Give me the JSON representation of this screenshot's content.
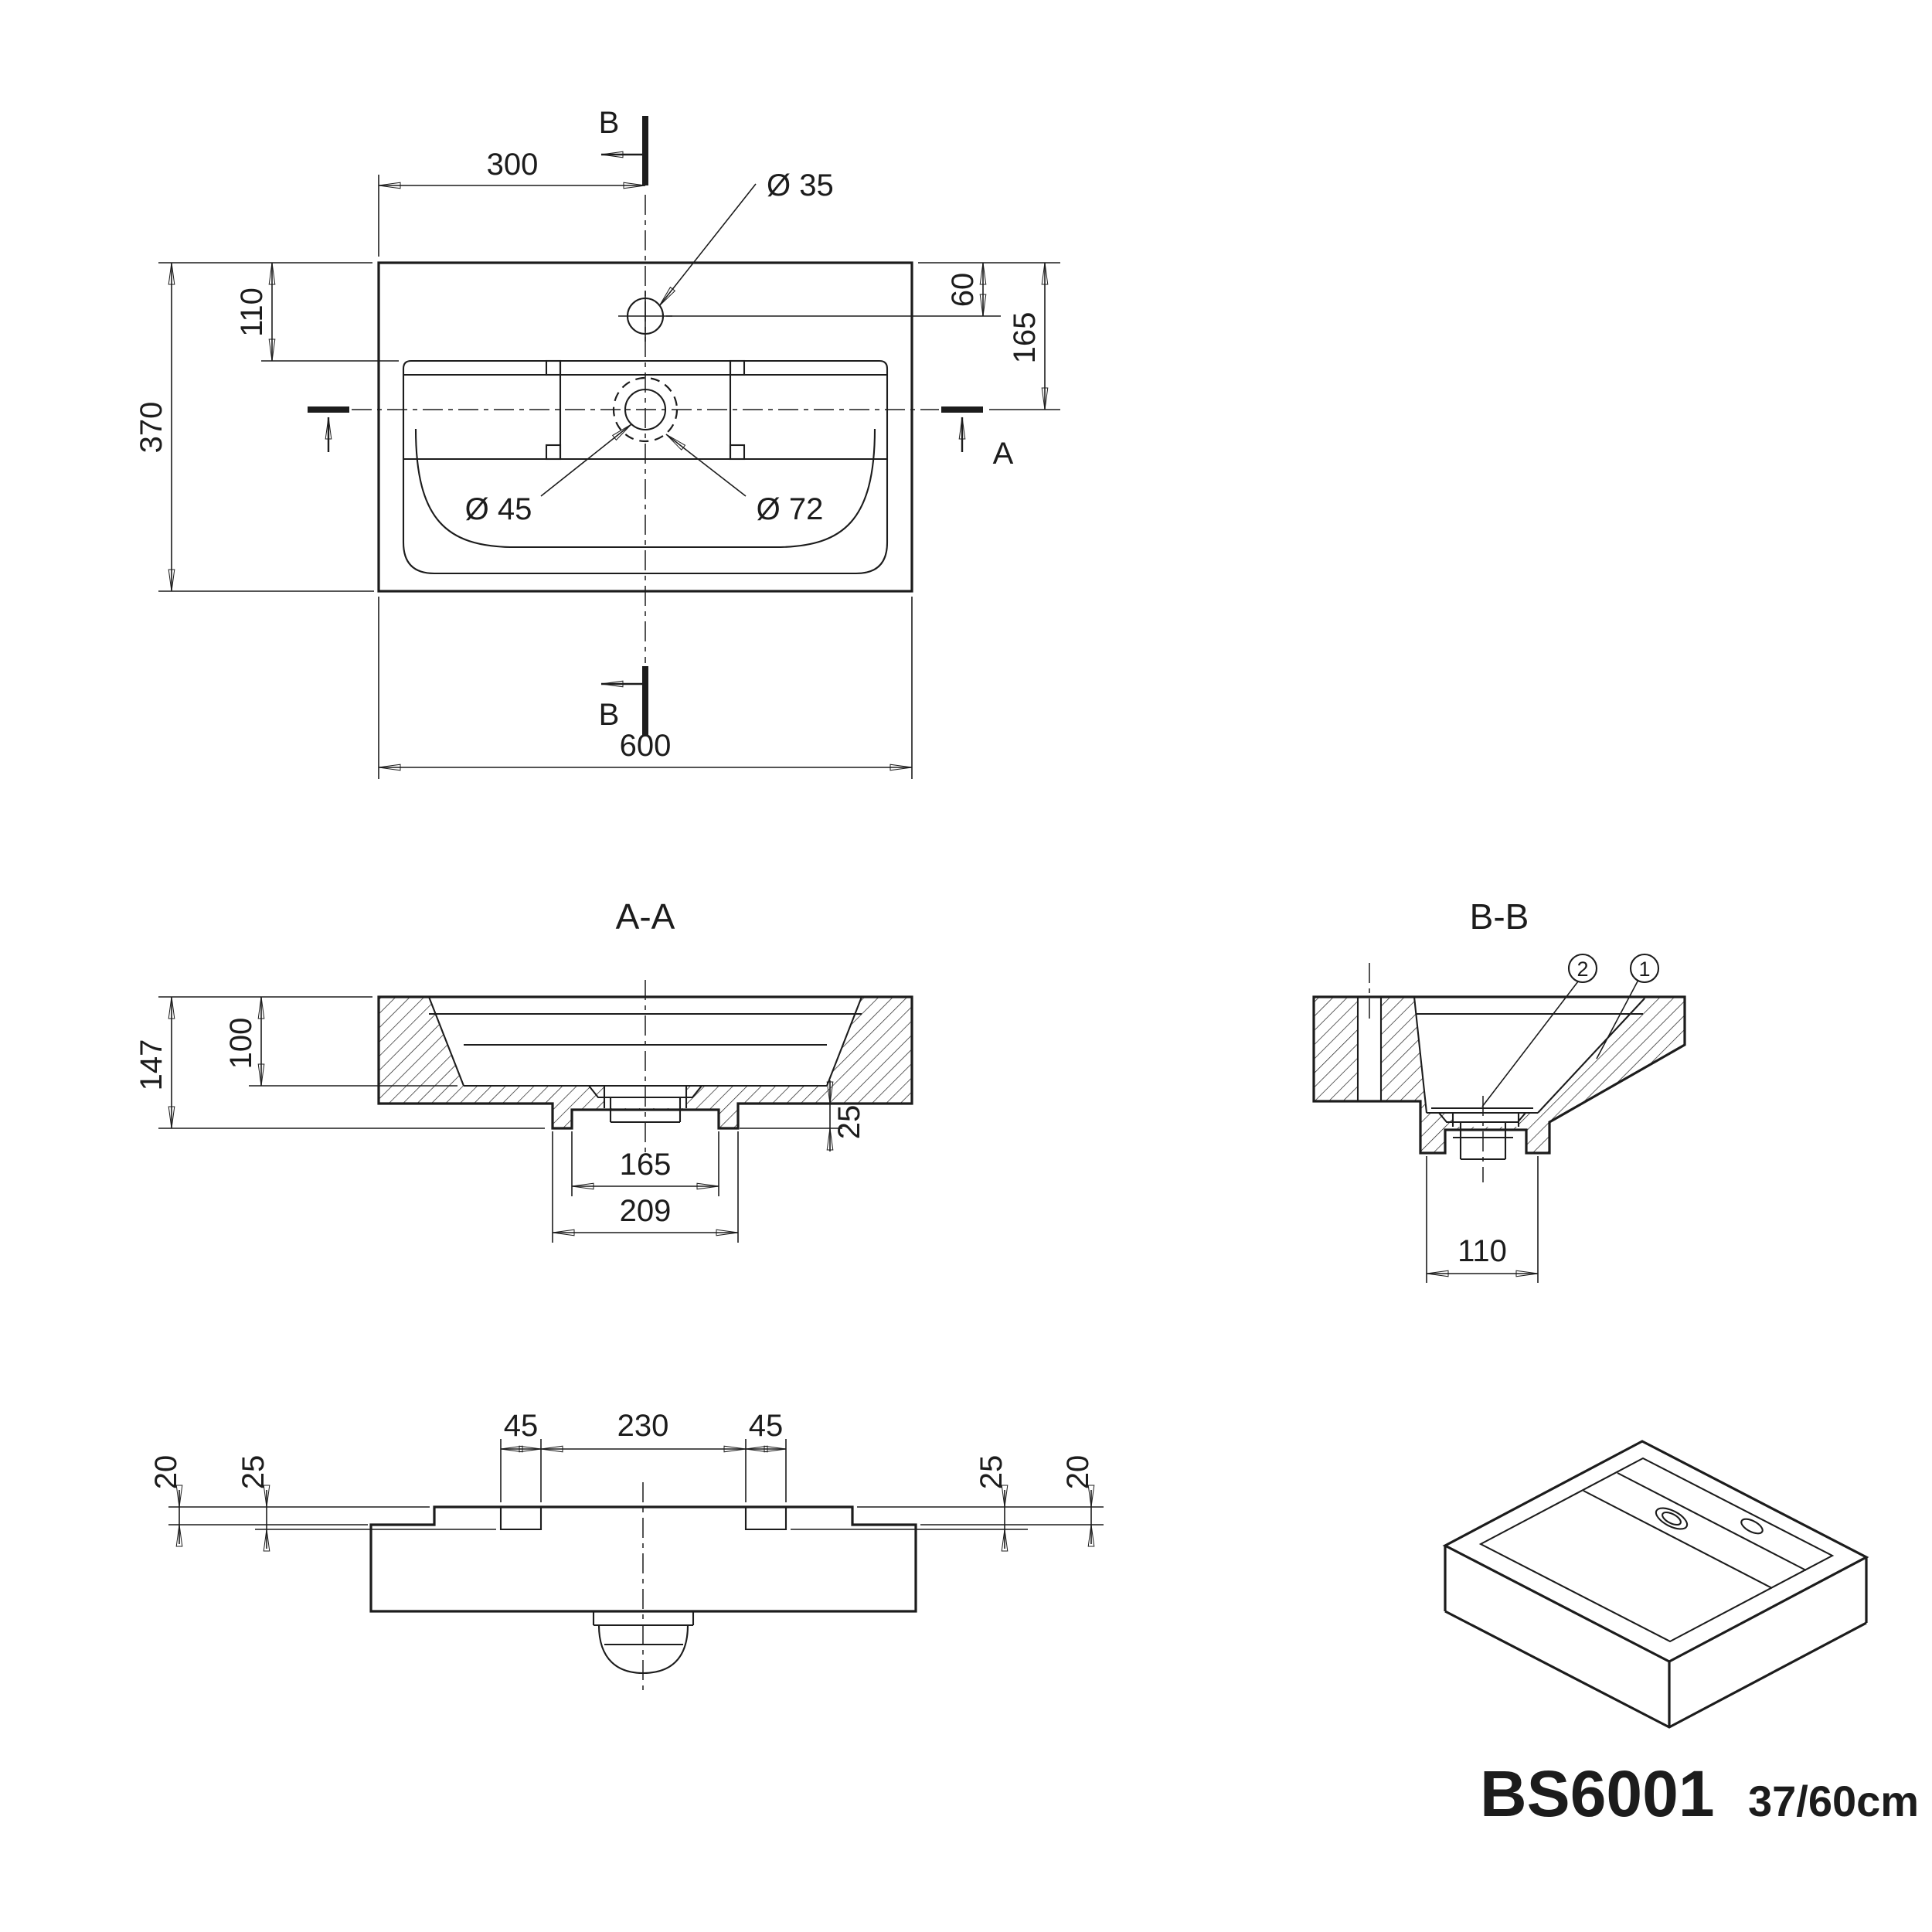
{
  "top_view": {
    "marker_b_top": "B",
    "marker_b_bottom": "B",
    "marker_a": "A",
    "dim_300": "300",
    "dim_dia35": "Ø 35",
    "dim_110": "110",
    "dim_370": "370",
    "dim_60": "60",
    "dim_165": "165",
    "dim_dia45": "Ø 45",
    "dim_dia72": "Ø 72",
    "dim_600": "600"
  },
  "section_aa": {
    "label": "A-A",
    "dim_147": "147",
    "dim_100": "100",
    "dim_165": "165",
    "dim_25": "25",
    "dim_209": "209"
  },
  "section_bb": {
    "label": "B-B",
    "callout_1": "1",
    "callout_2": "2",
    "dim_110": "110"
  },
  "underside_view": {
    "dim_45_left": "45",
    "dim_230": "230",
    "dim_45_right": "45",
    "dim_20_left": "20",
    "dim_25_left": "25",
    "dim_25_right": "25",
    "dim_20_right": "20"
  },
  "title_block": {
    "model": "BS6001",
    "size": "37/60cm"
  }
}
